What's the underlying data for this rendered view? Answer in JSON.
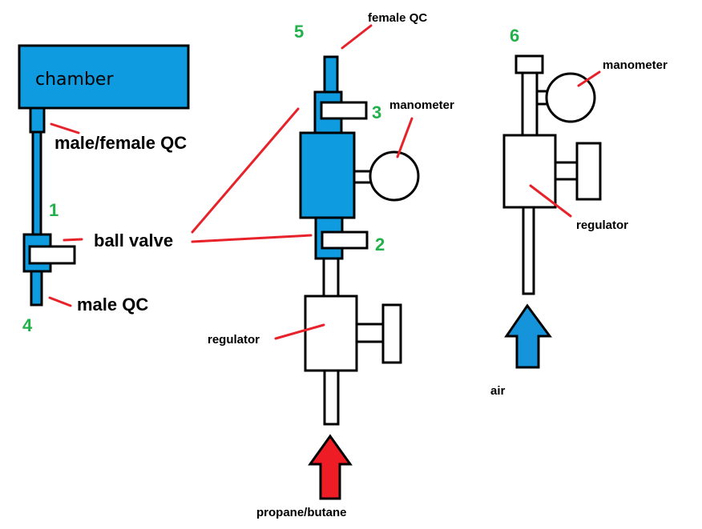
{
  "colors": {
    "blue": "#0f9bdf",
    "stroke": "#000000",
    "leader": "#e8222a",
    "number": "#22b04b",
    "red_arrow": "#ee1c24",
    "blue_arrow": "#1593db"
  },
  "labels": {
    "chamber": "chamber",
    "male_female_qc": "male/female QC",
    "ball_valve": "ball valve",
    "male_qc": "male QC",
    "female_qc": "female QC",
    "manometer_1": "manometer",
    "regulator_1": "regulator",
    "propane_butane": "propane/butane",
    "manometer_2": "manometer",
    "regulator_2": "regulator",
    "air": "air"
  },
  "numbers": {
    "n1": "1",
    "n2": "2",
    "n3": "3",
    "n4": "4",
    "n5": "5",
    "n6": "6"
  }
}
